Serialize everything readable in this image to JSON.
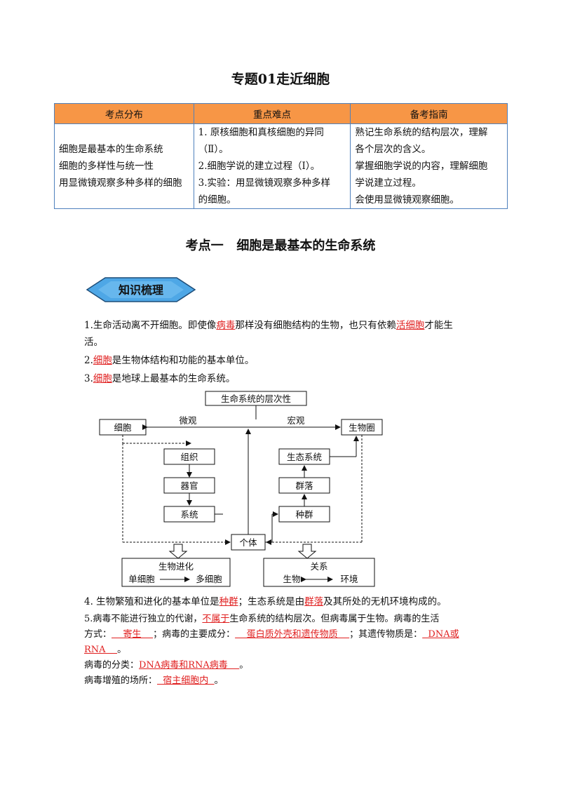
{
  "title": "专题01走近细胞",
  "table": {
    "headers": [
      "考点分布",
      "重点难点",
      "备考指南"
    ],
    "col1": [
      "细胞是最基本的生命系统",
      "细胞的多样性与统一性",
      "用显微镜观察多种多样的细胞"
    ],
    "col2": [
      "1. 原核细胞和真核细胞的异同",
      "（Ⅱ）。",
      "2.细胞学说的建立过程（Ⅰ）。",
      "3.实验：用显微镜观察多种多样",
      "的细胞。"
    ],
    "col3": [
      "熟记生命系统的结构层次，理解",
      "各个层次的含义。",
      "掌握细胞学说的内容，理解细胞",
      "学说建立过程。",
      "会使用显微镜观察细胞。"
    ]
  },
  "section_title": "考点一   细胞是最基本的生命系统",
  "badge_label": "知识梳理",
  "p1": {
    "a": "1.生命活动离不开细胞。即使像",
    "b": "病毒",
    "c": "那样没有细胞结构的生物，也只有依赖",
    "d": "活细胞",
    "e": "才能生",
    "f": "活。"
  },
  "p2": {
    "a": "2.",
    "b": "细胞",
    "c": "是生物体结构和功能的基本单位。"
  },
  "p3": {
    "a": "3.",
    "b": "细胞",
    "c": "是地球上最基本的生命系统。"
  },
  "diagram": {
    "top": "生命系统的层次性",
    "cell": "细胞",
    "micro": "微观",
    "macro": "宏观",
    "biosphere": "生物圈",
    "tissue": "组织",
    "organ": "器官",
    "system": "系统",
    "ecosystem": "生态系统",
    "community": "群落",
    "population": "种群",
    "individual": "个体",
    "evo_title": "生物进化",
    "evo_left": "单细胞",
    "evo_right": "多细胞",
    "rel_title": "关系",
    "rel_left": "生物",
    "rel_right": "环境"
  },
  "p4": {
    "a": "4. 生物繁殖和进化的基本单位是",
    "b": "种群",
    "c": "；生态系统是由",
    "d": "群落",
    "e": "及其所处的无机环境构成的。"
  },
  "p5": {
    "a": "5.病毒不能进行独立的代谢，",
    "b": "不属于",
    "c": "生命系统的结构层次。但病毒属于生物。病毒的生活",
    "d": "方式：",
    "e": "    寄生    ",
    "f": "；病毒的主要成分：",
    "g": "    蛋白质外壳和遗传物质    ",
    "h": "；其遗传物质是：",
    "i": "  DNA或",
    "j": "RNA    ",
    "k": "。"
  },
  "p6": {
    "a": "病毒的分类：",
    "b": "DNA病毒和RNA病毒    ",
    "c": "。"
  },
  "p7": {
    "a": "病毒增殖的场所：",
    "b": "  宿主细胞内  ",
    "c": "。"
  }
}
